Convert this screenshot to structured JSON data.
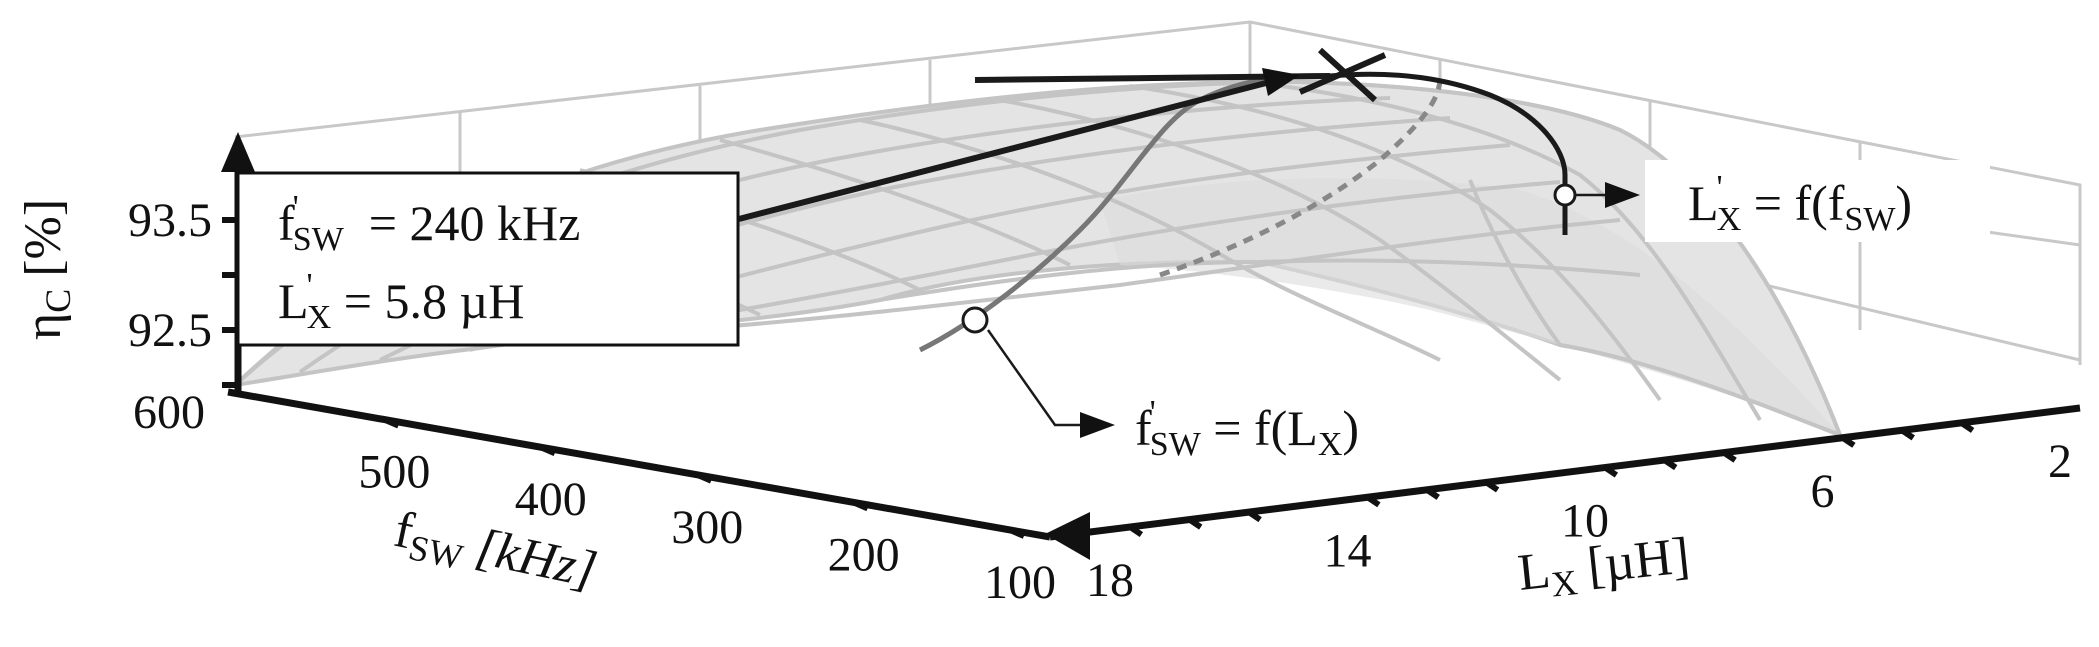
{
  "chart_data": {
    "type": "surface3d",
    "title": "",
    "x_axis": {
      "label": "f",
      "label_sub": "SW",
      "label_unit": "[kHz]",
      "ticks": [
        "600",
        "500",
        "400",
        "300",
        "200",
        "100"
      ],
      "values": [
        600,
        500,
        400,
        300,
        200,
        100
      ]
    },
    "y_axis": {
      "label": "L",
      "label_sub": "X",
      "label_unit": "[µH]",
      "ticks": [
        "18",
        "14",
        "10",
        "6",
        "2"
      ],
      "values": [
        18,
        14,
        10,
        6,
        2
      ]
    },
    "z_axis": {
      "label": "η",
      "label_sub": "C",
      "label_unit": "[%]",
      "ticks": [
        "93.5",
        "92.5"
      ],
      "values": [
        93.5,
        92.5
      ]
    },
    "optimum": {
      "line1": {
        "main": "f",
        "prime": "'",
        "sub": "SW",
        "rest": "  = 240 kHz"
      },
      "line2": {
        "main": "L",
        "prime": "'",
        "sub": "X",
        "rest": " = 5.8 µH"
      },
      "f_sw_kHz": 240,
      "L_x_uH": 5.8
    },
    "curve_lx_of_fsw": {
      "main": "L",
      "prime": "'",
      "sub": "X",
      "rest": " = f(f",
      "sub2": "SW",
      "end": ")"
    },
    "curve_fsw_of_lx": {
      "main": "f",
      "prime": "'",
      "sub": "SW",
      "rest": " = f(L",
      "sub2": "X",
      "end": ")"
    },
    "colors": {
      "surface_fill": "#e4e4e4",
      "mesh": "#c4c4c4",
      "box": "#c8c8c8",
      "axis": "#111111",
      "curve_dark": "#1a1a1a",
      "curve_gray": "#777777",
      "curve_dashed": "#888888"
    }
  }
}
